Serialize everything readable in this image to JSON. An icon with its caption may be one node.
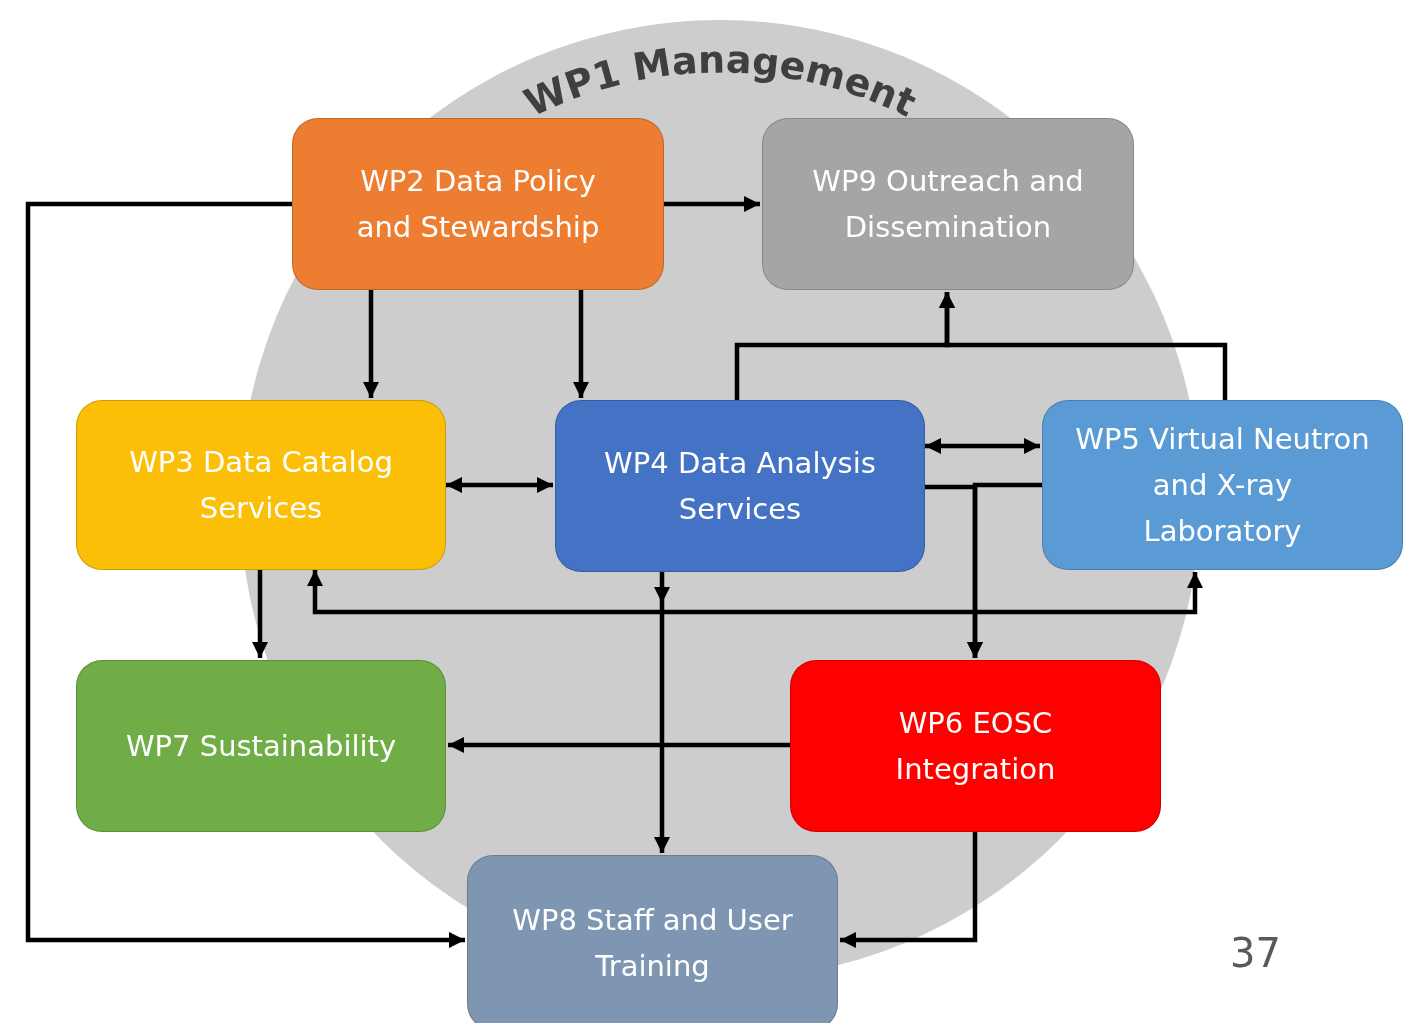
{
  "diagram": {
    "nodes": [
      {
        "text": [
          "WP1 Management"
        ]
      },
      {
        "text": [
          "WP2 Data Policy and Stewardship"
        ],
        "in": 0
      },
      {
        "text": [
          "WP9 Outreach and Dissemination"
        ],
        "in": 0
      },
      {
        "text": [
          "WP3 Data Catalog Services"
        ]
      },
      {
        "text": [
          "WP4 Data Analysis Services"
        ],
        "in": 0
      },
      {
        "text": [
          "WP5 Virtual Neutron and X-ray Laboratory"
        ]
      },
      {
        "text": [
          "WP7 Sustainability"
        ]
      },
      {
        "text": [
          "WP6 EOSC Integration"
        ],
        "in": 0
      },
      {
        "text": [
          "WP8 Staff and User Training"
        ]
      }
    ],
    "edges": [
      {
        "from": 1,
        "to": 2,
        "arrow": "to"
      },
      {
        "from": 1,
        "to": 3,
        "arrow": "to"
      },
      {
        "from": 1,
        "to": 4,
        "arrow": "to"
      },
      {
        "from": 1,
        "to": 8,
        "arrow": "to"
      },
      {
        "from": 3,
        "to": 4,
        "arrow": "both"
      },
      {
        "from": 4,
        "to": 5,
        "arrow": "both"
      },
      {
        "from": 4,
        "to": 2,
        "arrow": "to"
      },
      {
        "from": 5,
        "to": 2,
        "arrow": "to"
      },
      {
        "from": 4,
        "to": 7,
        "arrow": "to"
      },
      {
        "from": 5,
        "to": 7,
        "arrow": "to"
      },
      {
        "from": 3,
        "to": 5,
        "arrow": "both"
      },
      {
        "from": 4,
        "to": 8,
        "arrow": "to"
      },
      {
        "from": 3,
        "to": 6,
        "arrow": "to"
      },
      {
        "from": 7,
        "to": 6,
        "arrow": "to"
      },
      {
        "from": 7,
        "to": 8,
        "arrow": "to"
      }
    ],
    "labels": [
      "37"
    ]
  }
}
